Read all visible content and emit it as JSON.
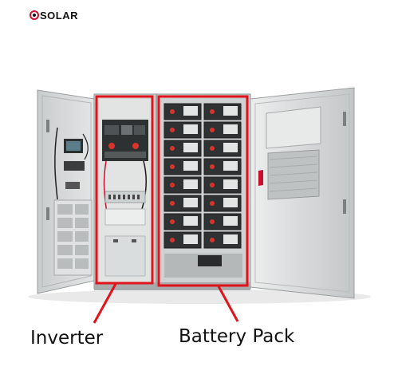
{
  "brand": {
    "name": "SOLAR",
    "color": "#c8102e"
  },
  "labels": {
    "inverter": "Inverter",
    "battery_pack": "Battery Pack"
  },
  "callout_color": "#e0141b"
}
